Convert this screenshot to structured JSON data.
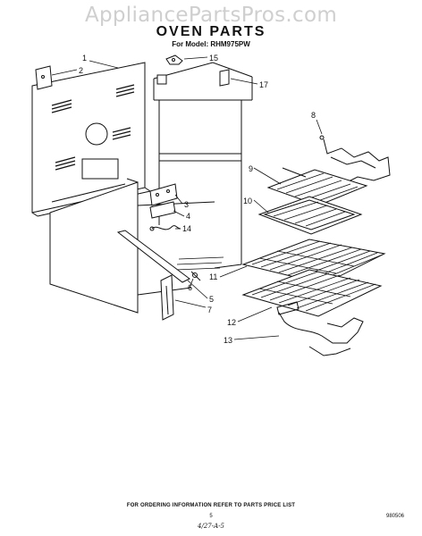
{
  "watermark": "AppliancePartsPros.com",
  "title": "OVEN PARTS",
  "model_line": "For Model: RHM975PW",
  "footer": "FOR ORDERING INFORMATION REFER TO PARTS PRICE LIST",
  "page_number": "5",
  "handwritten": "4/27-A-5",
  "doc_code": "980506",
  "callouts": [
    "1",
    "2",
    "3",
    "4",
    "5",
    "6",
    "7",
    "8",
    "9",
    "10",
    "11",
    "12",
    "13",
    "14",
    "15",
    "17"
  ]
}
